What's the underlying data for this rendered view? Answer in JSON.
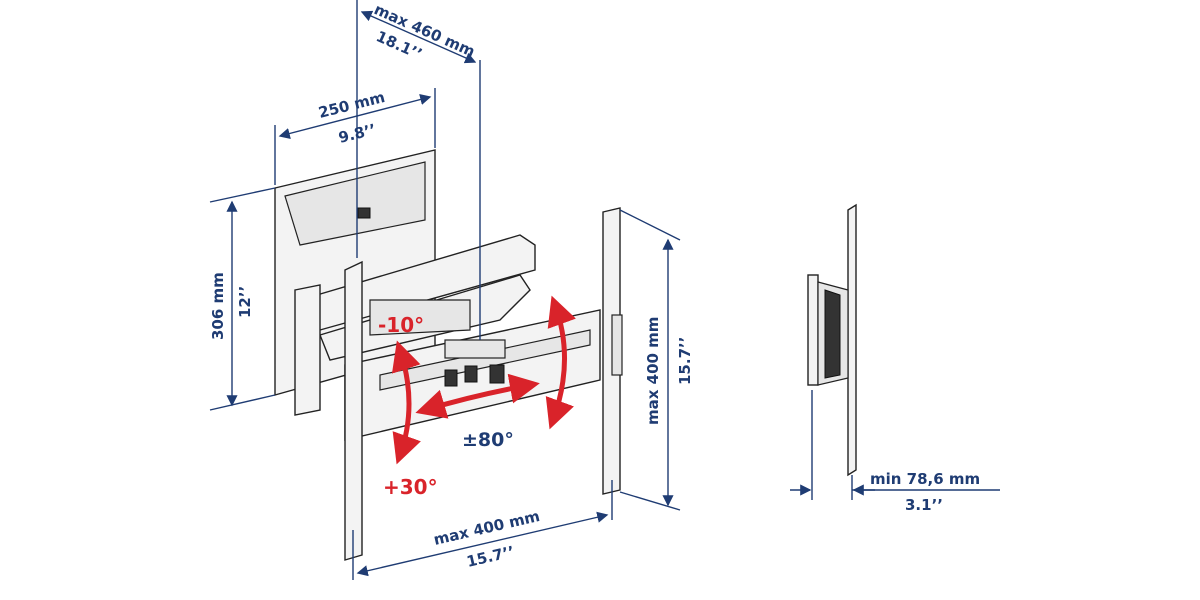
{
  "dimensions": {
    "max_depth_mm": "max 460 mm",
    "max_depth_in": "18.1’’",
    "wall_plate_width_mm": "250 mm",
    "wall_plate_width_in": "9.8’’",
    "wall_plate_height_mm": "306 mm",
    "wall_plate_height_in": "12’’",
    "vesa_vertical_mm": "max 400 mm",
    "vesa_vertical_in": "15.7’’",
    "vesa_horizontal_mm": "max 400 mm",
    "vesa_horizontal_in": "15.7’’",
    "min_depth_mm": "min 78,6 mm",
    "min_depth_in": "3.1’’"
  },
  "angles": {
    "tilt_up": "-10°",
    "tilt_down": "+30°",
    "swivel": "±80°"
  },
  "colors": {
    "dimension": "#1f3c73",
    "angle_arrow": "#d9232a"
  }
}
